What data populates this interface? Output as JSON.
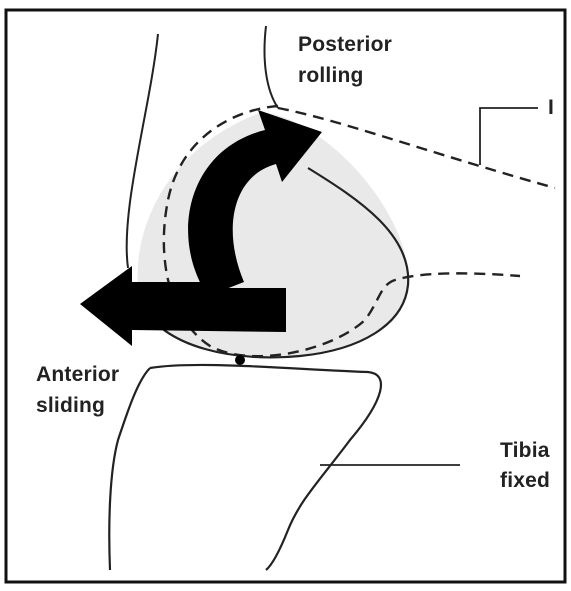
{
  "diagram": {
    "labels": {
      "posterior": [
        "Posterior",
        "rolling"
      ],
      "anterior": [
        "Anterior",
        "sliding"
      ],
      "tibia": [
        "Tibia",
        "fixed"
      ],
      "edge_mark": "I"
    },
    "colors": {
      "background": "#ffffff",
      "frame": "#111111",
      "line": "#222222",
      "arrow": "#000000",
      "shade": "#e9e9e9"
    }
  }
}
